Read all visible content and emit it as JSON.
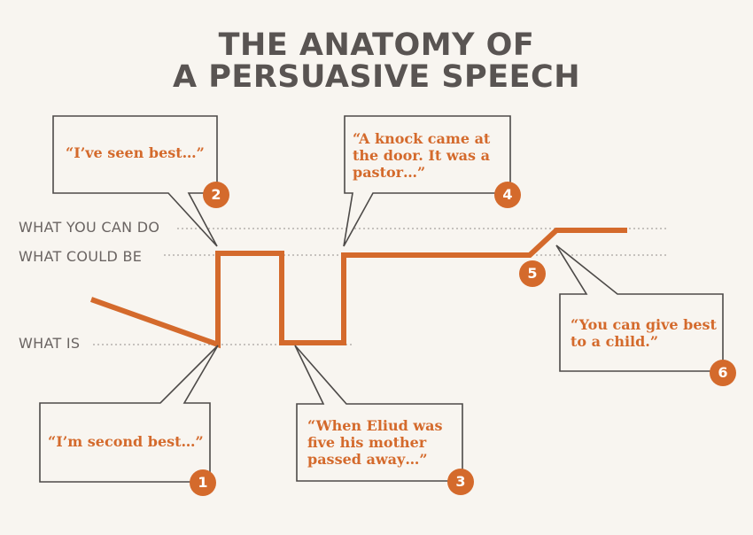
{
  "title": {
    "line1": "THE ANATOMY OF",
    "line2": "A PERSUASIVE SPEECH"
  },
  "levels": [
    {
      "label": "WHAT YOU CAN DO"
    },
    {
      "label": "WHAT COULD BE"
    },
    {
      "label": "WHAT IS"
    }
  ],
  "callouts": [
    {
      "number": "1",
      "text": "“I’m second best…”"
    },
    {
      "number": "2",
      "text": "“I’ve seen best…”"
    },
    {
      "number": "3",
      "lines": [
        "“When Eliud was",
        "five his mother",
        "passed away…”"
      ]
    },
    {
      "number": "4",
      "lines": [
        "“A knock came at",
        "the door. It was a",
        "pastor…”"
      ]
    },
    {
      "number": "5"
    },
    {
      "number": "6",
      "lines": [
        "“You can give best",
        "to a child.”"
      ]
    }
  ],
  "colors": {
    "accent": "#d46a2c",
    "title": "#595452",
    "background": "#f8f5f0",
    "box_border": "#4d4a48"
  }
}
